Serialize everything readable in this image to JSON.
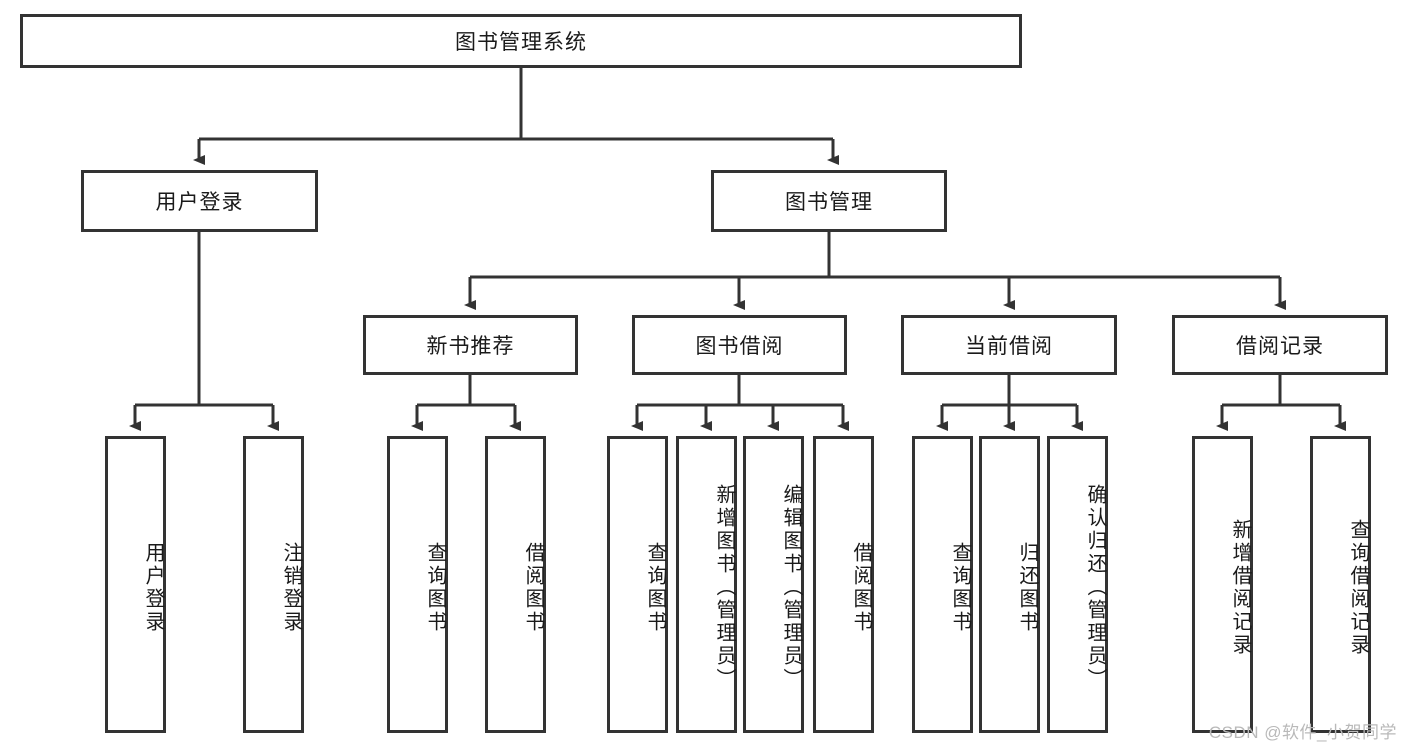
{
  "diagram": {
    "title": "图书管理系统",
    "type": "hierarchy-tree",
    "watermark": "CSDN @软件_小贺同学",
    "colors": {
      "box_border": "#333333",
      "box_fill": "#ffffff",
      "connector": "#333333",
      "text": "#1a1a1a",
      "watermark": "#b9b9b9"
    },
    "root": {
      "label": "图书管理系统"
    },
    "level2": [
      {
        "label": "用户登录"
      },
      {
        "label": "图书管理"
      }
    ],
    "level3": [
      {
        "label": "新书推荐"
      },
      {
        "label": "图书借阅"
      },
      {
        "label": "当前借阅"
      },
      {
        "label": "借阅记录"
      }
    ],
    "leaves": {
      "user_login": [
        {
          "label": "用户登录"
        },
        {
          "label": "注销登录"
        }
      ],
      "new_book": [
        {
          "label": "查询图书"
        },
        {
          "label": "借阅图书"
        }
      ],
      "book_borrow": [
        {
          "label": "查询图书"
        },
        {
          "label": "新增图书（管理员）"
        },
        {
          "label": "编辑图书（管理员）"
        },
        {
          "label": "借阅图书"
        }
      ],
      "current_borrow": [
        {
          "label": "查询图书"
        },
        {
          "label": "归还图书"
        },
        {
          "label": "确认归还（管理员）"
        }
      ],
      "borrow_record": [
        {
          "label": "新增借阅记录"
        },
        {
          "label": "查询借阅记录"
        }
      ]
    }
  }
}
